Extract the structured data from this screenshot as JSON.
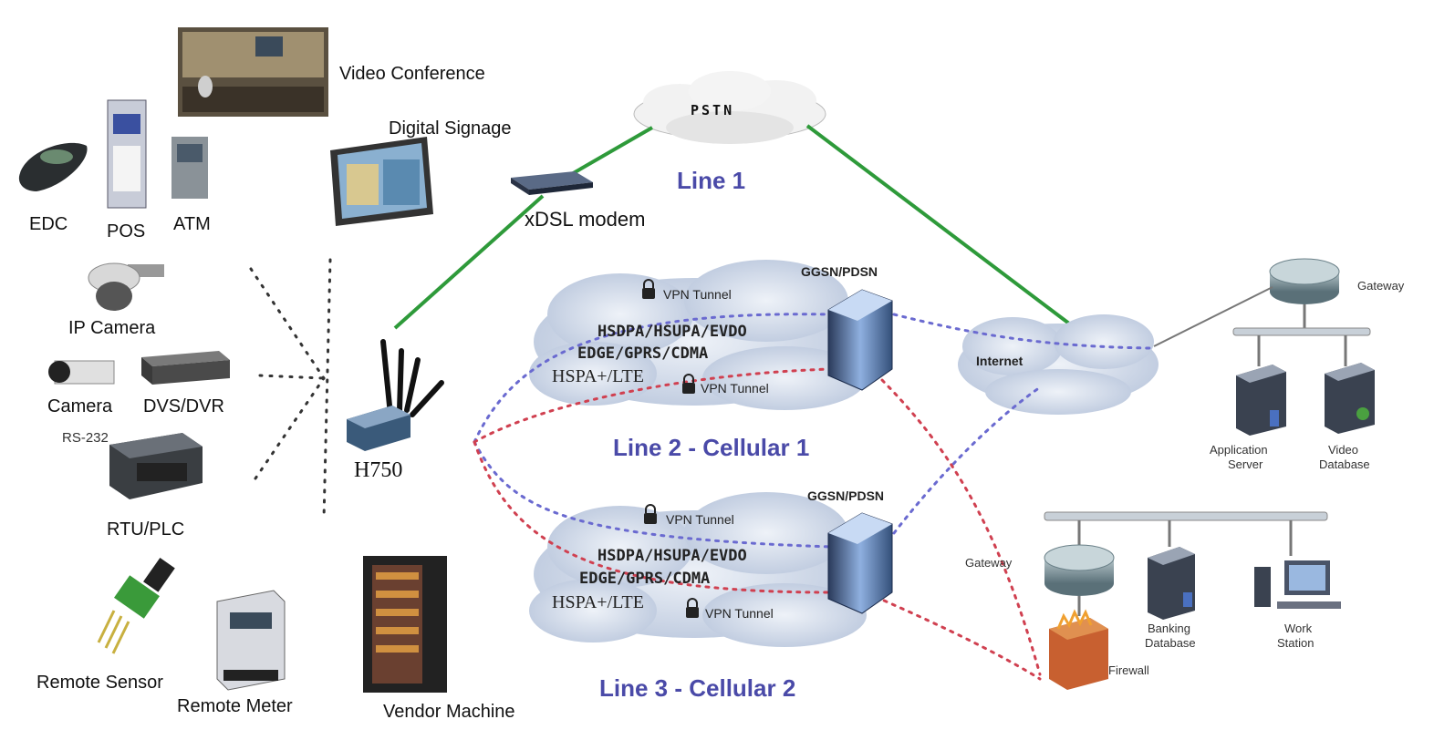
{
  "devices": {
    "video_conference": "Video Conference",
    "digital_signage": "Digital Signage",
    "edc": "EDC",
    "pos": "POS",
    "atm": "ATM",
    "ip_camera": "IP Camera",
    "camera": "Camera",
    "dvs_dvr": "DVS/DVR",
    "rs232": "RS-232",
    "rtu_plc": "RTU/PLC",
    "remote_sensor": "Remote Sensor",
    "remote_meter": "Remote Meter",
    "vendor_machine": "Vendor Machine",
    "router": "H750"
  },
  "network": {
    "pstn": "PSTN",
    "xdsl_modem": "xDSL modem",
    "line1": "Line 1",
    "line2": "Line 2 - Cellular 1",
    "line3": "Line 3 - Cellular 2",
    "internet": "Internet",
    "ggsn1": "GGSN/PDSN",
    "ggsn2": "GGSN/PDSN",
    "vpn_tunnel": "VPN Tunnel",
    "tech_row1": "HSDPA/HSUPA/EVDO",
    "tech_row2": "EDGE/GPRS/CDMA",
    "tech_row3": "HSPA+/LTE"
  },
  "backend": {
    "gateway_top": "Gateway",
    "app_server_line1": "Application",
    "app_server_line2": "Server",
    "video_db_line1": "Video",
    "video_db_line2": "Database",
    "gateway_bottom": "Gateway",
    "banking_db_line1": "Banking",
    "banking_db_line2": "Database",
    "workstation_line1": "Work",
    "workstation_line2": "Station",
    "firewall": "Firewall"
  },
  "colors": {
    "green_link": "#2e9a3a",
    "blue_dots": "#6a6ad0",
    "red_dots": "#d04050",
    "cloud": "#cfd8e8",
    "line_label": "#4a4aa8"
  }
}
